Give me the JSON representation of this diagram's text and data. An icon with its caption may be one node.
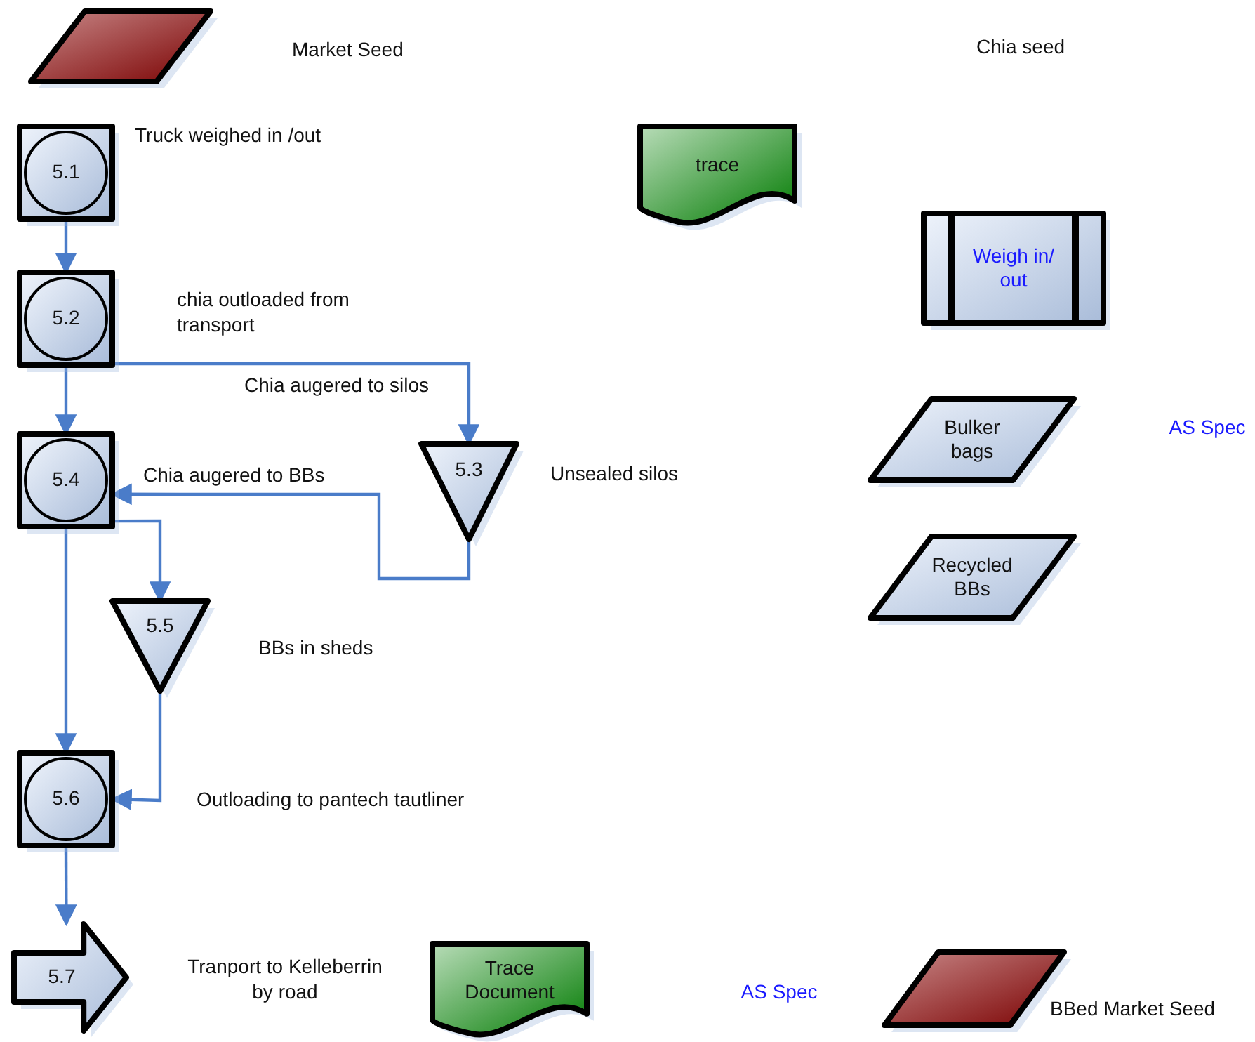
{
  "diagram": {
    "nodes": [
      {
        "text": [],
        "shape": "parallelogram",
        "beside": [
          "Market Seed"
        ]
      },
      {
        "text": [
          "5.1"
        ],
        "beside": [
          "Truck weighed in /out"
        ]
      },
      {
        "text": [
          "trace"
        ]
      },
      {
        "text": [
          "5.2"
        ],
        "beside": [
          "chia outloaded from transport"
        ]
      },
      {
        "text": [
          "Weigh in/ out"
        ]
      },
      {
        "text": [
          "5.4"
        ]
      },
      {
        "text": [
          "5.3"
        ],
        "beside": [
          "Unsealed silos"
        ]
      },
      {
        "text": [
          "Bulker bags"
        ]
      },
      {
        "text": [
          "Recycled BBs"
        ]
      },
      {
        "text": [
          "5.5"
        ],
        "beside": [
          "BBs in sheds"
        ]
      },
      {
        "text": [
          "5.6"
        ],
        "beside": [
          "Outloading to pantech tautliner"
        ]
      },
      {
        "text": [
          "5.7"
        ],
        "beside": [
          "Tranport to Kelleberrin by road"
        ]
      },
      {
        "text": [
          "Trace Document"
        ]
      },
      {
        "text": [],
        "shape": "parallelogram",
        "beside": [
          "BBed Market Seed"
        ]
      }
    ],
    "edges": [
      {
        "from": 1,
        "to": 3,
        "arrow": "to"
      },
      {
        "from": 3,
        "to": 5,
        "arrow": "to"
      },
      {
        "from": 3,
        "to": 6,
        "arrow": "to",
        "label": "Chia augered to silos"
      },
      {
        "from": 6,
        "to": 5,
        "arrow": "to",
        "label": "Chia augered to BBs"
      },
      {
        "from": 5,
        "to": 9,
        "arrow": "to"
      },
      {
        "from": 5,
        "to": 10,
        "arrow": "to"
      },
      {
        "from": 9,
        "to": 10,
        "arrow": "to"
      },
      {
        "from": 10,
        "to": 11,
        "arrow": "to"
      }
    ],
    "labels": [
      "Chia seed",
      "AS Spec",
      "AS Spec"
    ]
  }
}
